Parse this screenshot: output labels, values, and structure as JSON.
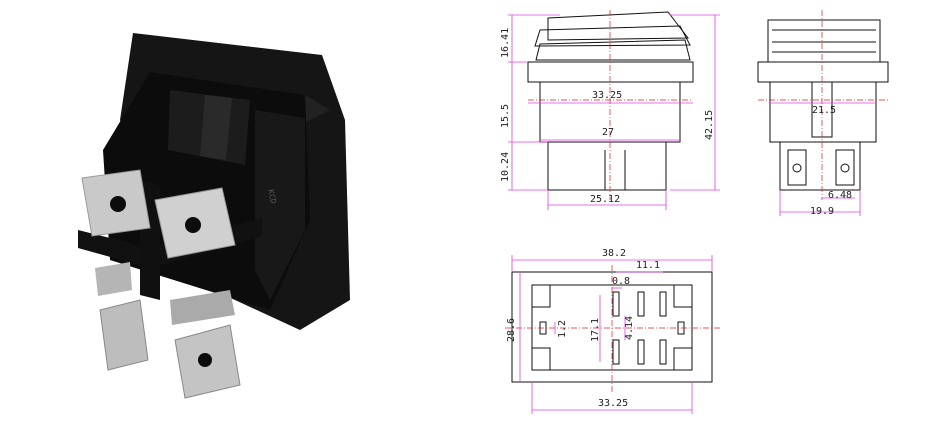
{
  "photo": {
    "description_icon": "rocker-switch-photo",
    "marking_text": "KCD"
  },
  "side_view": {
    "dims": {
      "top_height": "16.41",
      "mid_height": "15.5",
      "bottom_height": "10.24",
      "width_top": "33.25",
      "width_mid": "27",
      "width_bottom": "25.12",
      "total_height": "42.15"
    }
  },
  "end_view": {
    "dims": {
      "inner_width": "21.5",
      "pin_spacing": "6.48",
      "base_width": "19.9"
    }
  },
  "bottom_view": {
    "dims": {
      "total_width": "38.2",
      "pin_pitch_x": "11.1",
      "pin_thickness": "0.8",
      "total_height": "28.6",
      "side_tab": "1.2",
      "pin_pitch_y": "17.1",
      "pin_length": "4.14",
      "inner_width": "33.25"
    }
  },
  "colors": {
    "dimension_line": "#e040e0",
    "center_line": "#e02020",
    "outline": "#111111"
  }
}
